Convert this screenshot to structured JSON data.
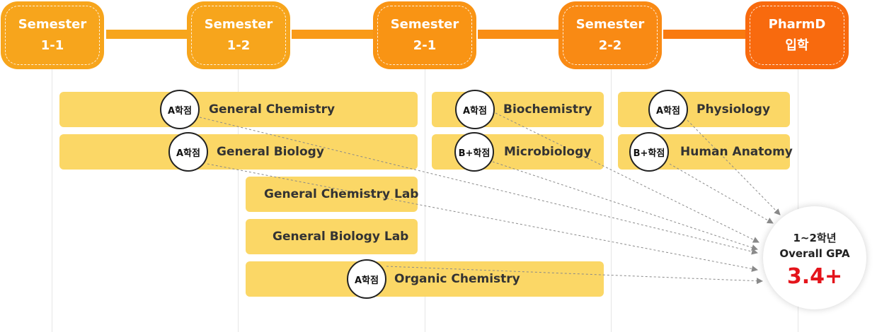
{
  "semesters": [
    {
      "line1": "Semester",
      "line2": "1-1",
      "color": "#f7a51c"
    },
    {
      "line1": "Semester",
      "line2": "1-2",
      "color": "#f7a51c"
    },
    {
      "line1": "Semester",
      "line2": "2-1",
      "color": "#f98d14"
    },
    {
      "line1": "Semester",
      "line2": "2-2",
      "color": "#f98d14"
    },
    {
      "line1": "PharmD",
      "line2": "입학",
      "color": "#f86a0e"
    }
  ],
  "courses": {
    "general_chemistry": {
      "name": "General Chemistry",
      "grade": "A학점"
    },
    "general_biology": {
      "name": "General Biology",
      "grade": "A학점"
    },
    "general_chemistry_lab": {
      "name": "General Chemistry Lab"
    },
    "general_biology_lab": {
      "name": "General Biology Lab"
    },
    "organic_chemistry": {
      "name": "Organic Chemistry",
      "grade": "A학점"
    },
    "biochemistry": {
      "name": "Biochemistry",
      "grade": "A학점"
    },
    "microbiology": {
      "name": "Microbiology",
      "grade": "B+학점"
    },
    "physiology": {
      "name": "Physiology",
      "grade": "A학점"
    },
    "human_anatomy": {
      "name": "Human Anatomy",
      "grade": "B+학점"
    }
  },
  "gpa": {
    "line1": "1~2학년",
    "line2": "Overall GPA",
    "value": "3.4+",
    "value_color": "#e4141b"
  },
  "colors": {
    "bar": "#fbd766",
    "connector": "#f7a51c"
  }
}
